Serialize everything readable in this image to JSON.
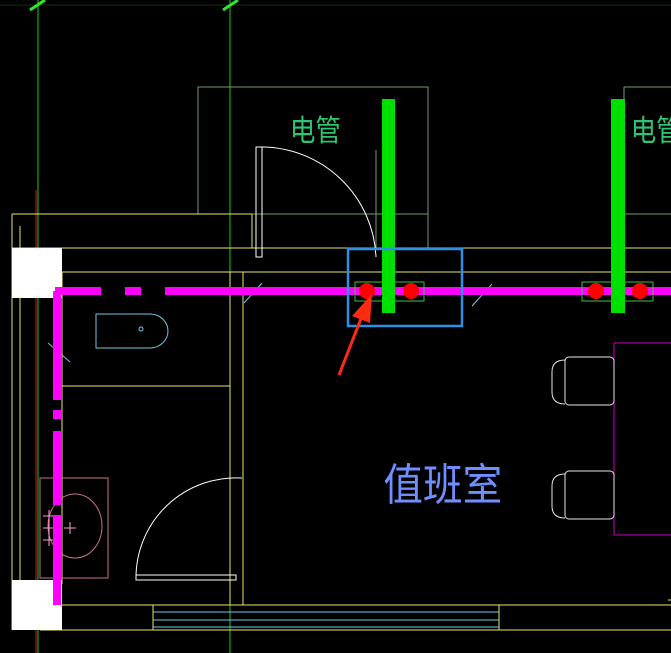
{
  "labels": {
    "conduit_left": "电管",
    "conduit_right": "电管",
    "room_name": "值班室"
  },
  "colors": {
    "background": "#000000",
    "wall_line": "#e6e66a",
    "grid_line": "#26c326",
    "dark_line": "#6f9d6f",
    "conduit_label": "#31c46e",
    "room_label": "#6f8fff",
    "pipe_magenta": "#ff00ff",
    "conduit_green": "#00e000",
    "node_red": "#ff0000",
    "highlight_box": "#2f8fe6",
    "arrow": "#ff2a12",
    "fixture_cyan": "#6fc8e6",
    "door_arc": "#ffffff",
    "red_line": "#c81e1e"
  }
}
